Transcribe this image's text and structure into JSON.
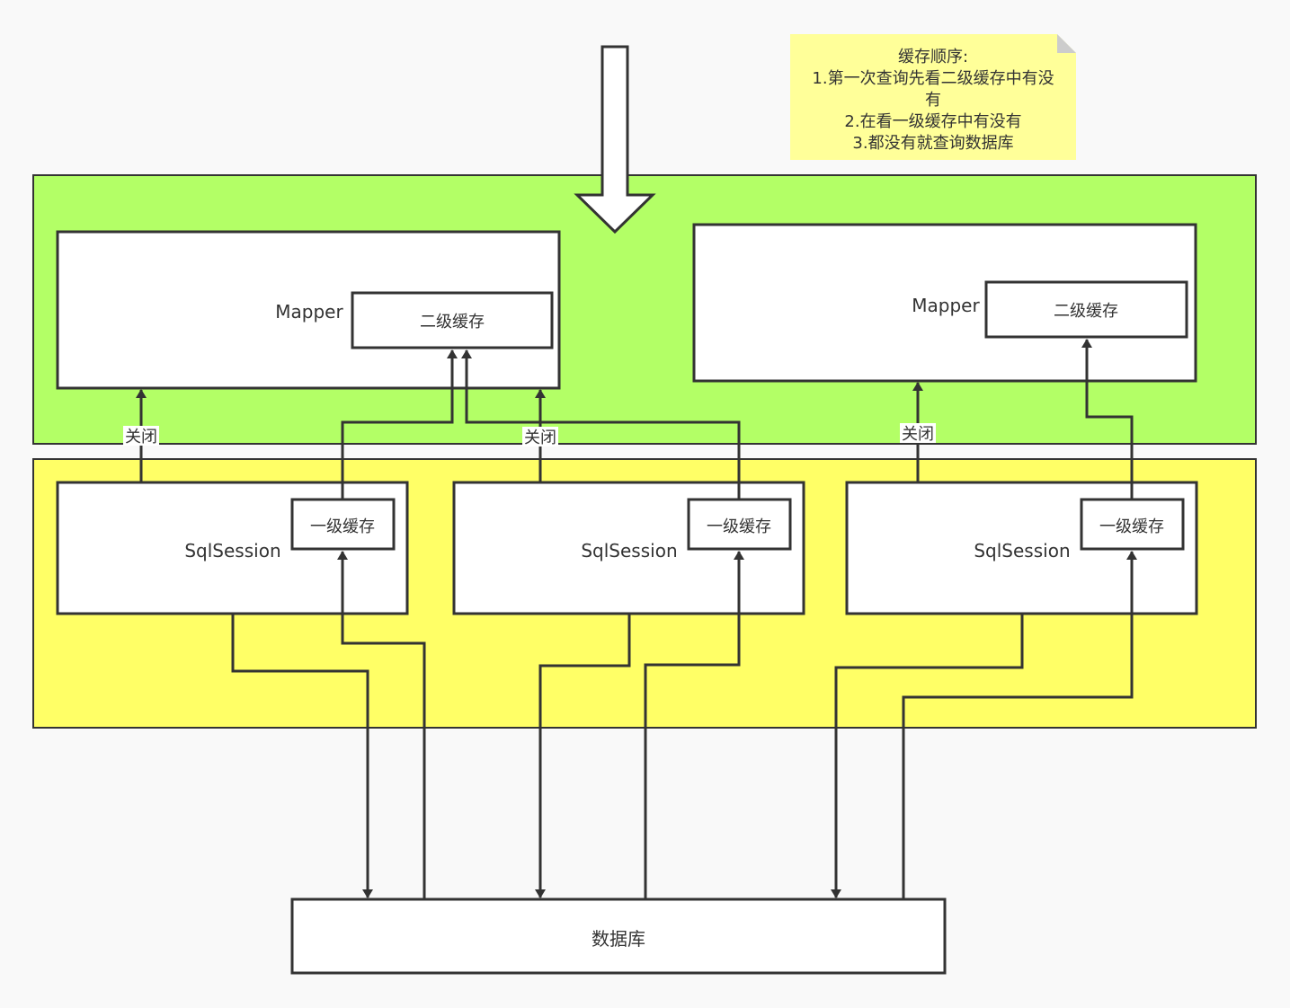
{
  "note": {
    "line1": "缓存顺序:",
    "line2": "1.第一次查询先看二级缓存中有没",
    "line3": "有",
    "line4": "2.在看一级缓存中有没有",
    "line5": "3.都没有就查询数据库"
  },
  "mappers": {
    "left": {
      "label": "Mapper",
      "cache_label": "二级缓存"
    },
    "right": {
      "label": "Mapper",
      "cache_label": "二级缓存"
    }
  },
  "sessions": {
    "s1": {
      "label": "SqlSession",
      "cache_label": "一级缓存"
    },
    "s2": {
      "label": "SqlSession",
      "cache_label": "一级缓存"
    },
    "s3": {
      "label": "SqlSession",
      "cache_label": "一级缓存"
    }
  },
  "close_labels": {
    "c1": "关闭",
    "c2": "关闭",
    "c3": "关闭"
  },
  "database": {
    "label": "数据库"
  },
  "colors": {
    "mapper_zone": "#b3ff66",
    "session_zone": "#ffff66",
    "note_bg": "#ffff99",
    "stroke": "#333333",
    "page_bg": "#f9f9f9"
  }
}
